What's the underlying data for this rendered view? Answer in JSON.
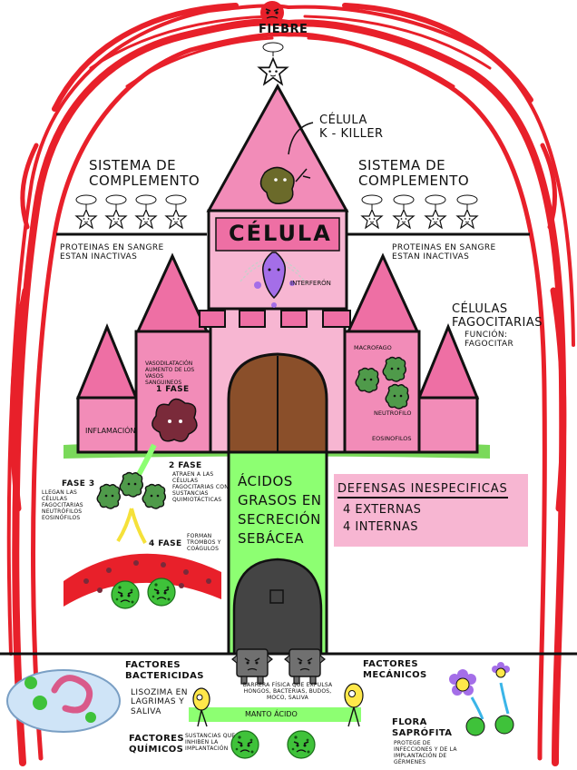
{
  "labels": {
    "fiebre": "FIEBRE",
    "celula_k_killer": "CÉLULA\nK - KILLER",
    "sistema_complemento_left": "SISTEMA DE\nCOMPLEMENTO",
    "sistema_complemento_right": "SISTEMA DE\nCOMPLEMENTO",
    "proteinas_left": "PROTEINAS EN SANGRE\nESTAN INACTIVAS",
    "proteinas_right": "PROTEINAS EN SANGRE\nESTAN INACTIVAS",
    "celula_banner": "CÉLULA",
    "interferon": "INTERFERÓN",
    "celulas_fagocitarias": "CÉLULAS\nFAGOCITARIAS",
    "funcion": "FUNCIÓN:\nFAGOCITAR",
    "macrofago": "MACROFAGO",
    "neutrofilo": "NEUTROFILO",
    "eosinofilos": "EOSINOFILOS",
    "vasodilatacion": "VASODILATACIÓN\nAUMENTO DE LOS\nVASOS\nSANGUINEOS",
    "fase1": "1 FASE",
    "inflamacion": "INFLAMACIÓN",
    "fase2": "2 FASE",
    "fase2_desc": "ATRAEN A LAS CÉLULAS FAGOCITARIAS CON SUSTANCIAS QUIMIOTÁCTICAS",
    "fase3": "FASE 3",
    "fase3_desc": "LLEGAN LAS CÉLULAS FAGOCITARIAS NEUTRÓFILOS EOSINÓFILOS",
    "fase4": "4 FASE",
    "fase4_desc": "FORMAN TROMBOS Y COÁGULOS",
    "acidos_grasos": "ÁCIDOS\nGRASOS EN\nSECRECIÓN\nSEBÁCEA",
    "defensas_inespecificas": "DEFENSAS INESPECIFICAS",
    "externas": "4 EXTERNAS",
    "internas": "4 INTERNAS",
    "factores_bactericidas": "FACTORES\nBACTERICIDAS",
    "lisozima": "LISOZIMA EN\nLAGRIMAS Y\nSALIVA",
    "factores_quimicos": "FACTORES\nQUÍMICOS",
    "quimicos_desc": "SUSTANCIAS QUE INHIBEN LA IMPLANTACIÓN",
    "barrera_fisica": "BARRERA FÍSICA QUE EXPULSA HONGOS, BACTERIAS, BUDOS, MOCO, SALIVA",
    "manto_acido": "MANTO ÁCIDO",
    "factores_mecanicos": "FACTORES\nMECÁNICOS",
    "flora_saprofita": "FLORA\nSAPRÓFITA",
    "flora_desc": "PROTEGE DE INFECCIONES Y DE LA IMPLANTACIÓN DE GÉRMENES"
  },
  "colors": {
    "fever_red": "#e8202a",
    "castle_pink": "#f28cb8",
    "castle_light_pink": "#f7b6d2",
    "roof_pink": "#ee6fa4",
    "door_brown": "#8a4f2a",
    "sebum_green": "#8dff72",
    "grass_green": "#7ad95a",
    "bacteria_green": "#3fc23a",
    "platelet_red": "#e8202a",
    "star_blue": "#a8d4f5",
    "outline": "#111111"
  }
}
